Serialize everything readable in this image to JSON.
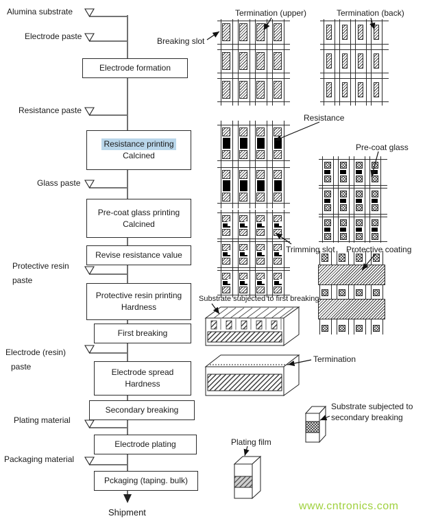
{
  "flowchart": {
    "inputs": [
      {
        "label": "Alumina substrate"
      },
      {
        "label": "Electrode paste"
      },
      {
        "label": "Resistance paste"
      },
      {
        "label": "Glass paste"
      },
      {
        "label": "Protective resin",
        "label2": "paste"
      },
      {
        "label": "Electrode (resin)",
        "label2": "paste"
      },
      {
        "label": "Plating material"
      },
      {
        "label": "Packaging material"
      }
    ],
    "steps": [
      {
        "line1": "Electrode formation"
      },
      {
        "line1": "Resistance printing",
        "line2": "Calcined",
        "highlighted": true
      },
      {
        "line1": "Pre-coat glass printing",
        "line2": "Calcined"
      },
      {
        "line1": "Revise resistance value"
      },
      {
        "line1": "Protective resin printing",
        "line2": "Hardness"
      },
      {
        "line1": "First breaking"
      },
      {
        "line1": "Electrode spread",
        "line2": "Hardness"
      },
      {
        "line1": "Secondary breaking"
      },
      {
        "line1": "Electrode plating"
      },
      {
        "line1": "Pckaging (taping. bulk)"
      }
    ],
    "terminal": "Shipment"
  },
  "callouts": {
    "termination_upper": "Termination (upper)",
    "termination_back": "Termination (back)",
    "breaking_slot": "Breaking slot",
    "resistance": "Resistance",
    "pre_coat_glass": "Pre-coat glass",
    "trimming_slot": "Trimming slot",
    "protective_coating": "Protective coating",
    "substrate_first_breaking": "Substrate subjected to first breaking",
    "termination": "Termination",
    "substrate_secondary_breaking_1": "Substrate subjected to",
    "substrate_secondary_breaking_2": "secondary breaking",
    "plating_film": "Plating film"
  },
  "watermark": {
    "text": "www.cntronics.com",
    "color": "#9fd13e"
  },
  "colors": {
    "highlight": "#b9d6ea",
    "line": "#222222"
  }
}
